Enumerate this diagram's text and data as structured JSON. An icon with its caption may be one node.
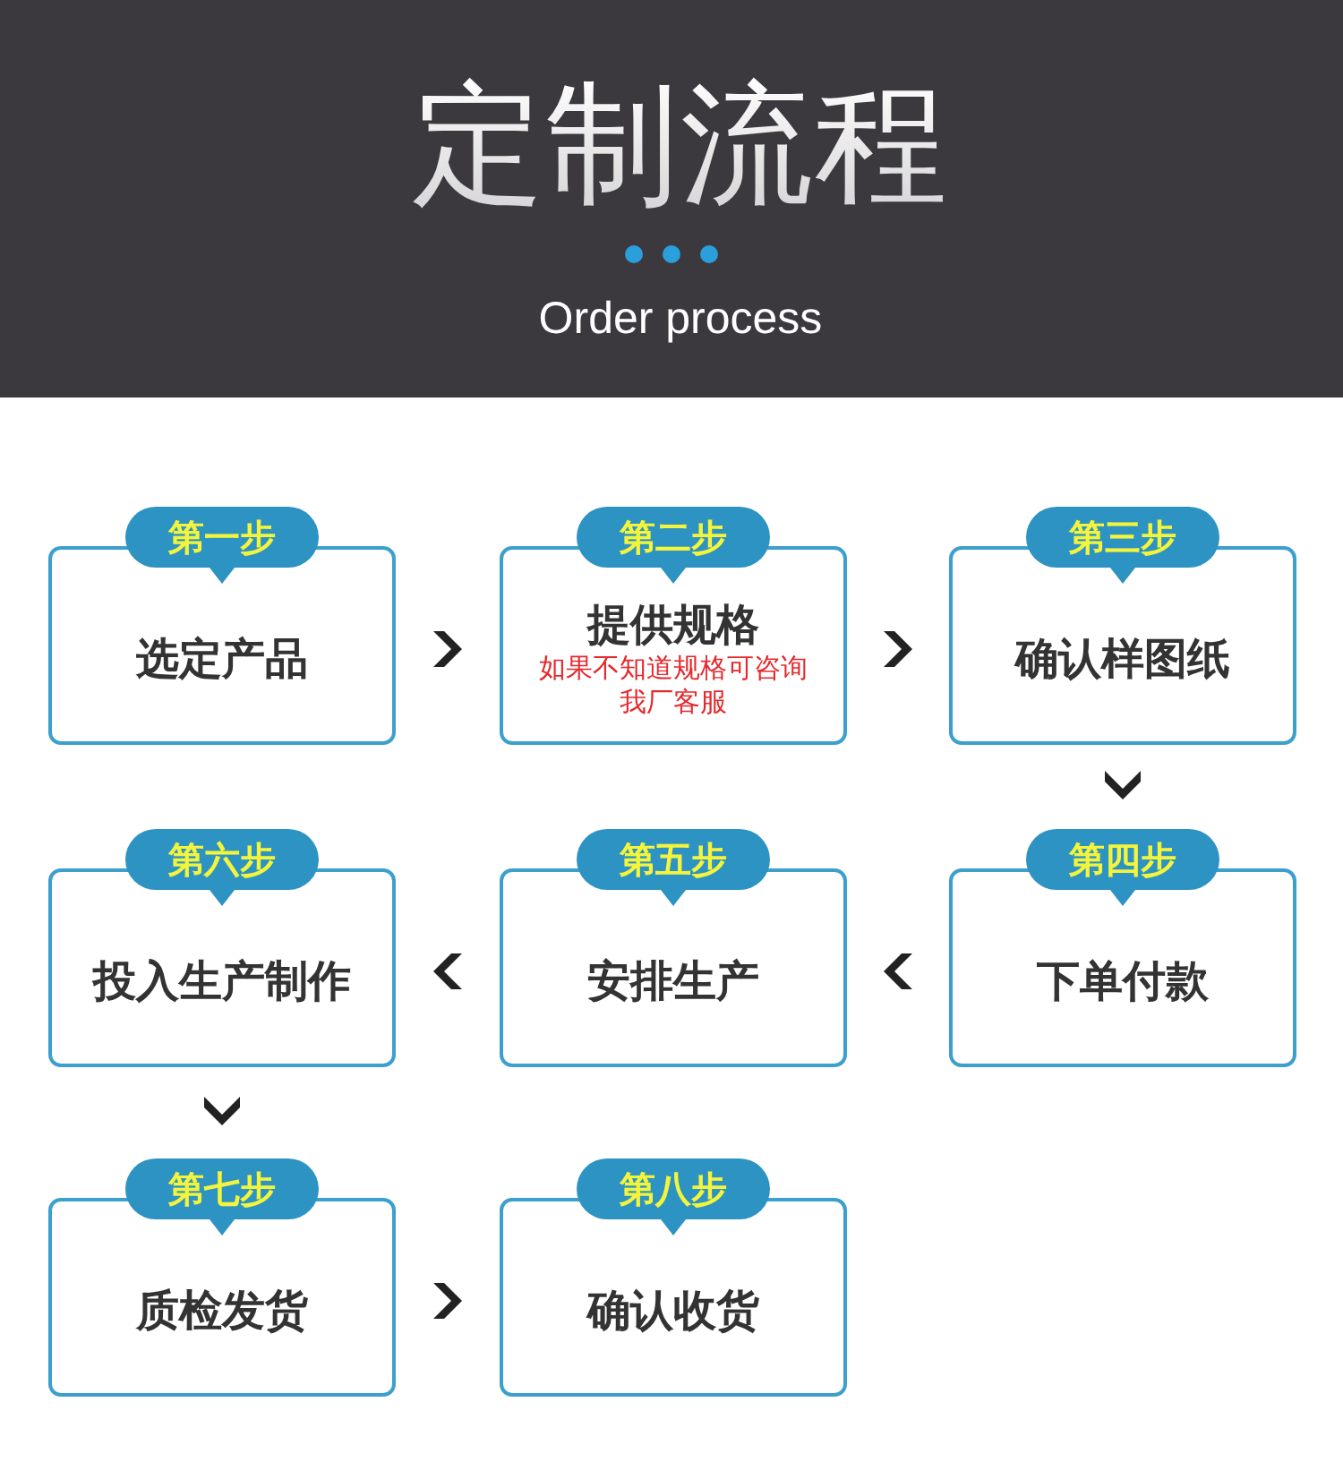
{
  "diagram": {
    "title": "定制流程",
    "nodes": [
      {
        "text": [
          "第一步",
          "选定产品"
        ]
      },
      {
        "text": [
          "第二步",
          "提供规格",
          "如果不知道规格可咨询我厂客服"
        ]
      },
      {
        "text": [
          "第三步",
          "确认样图纸"
        ]
      },
      {
        "text": [
          "第四步",
          "下单付款"
        ]
      },
      {
        "text": [
          "第五步",
          "安排生产"
        ]
      },
      {
        "text": [
          "第六步",
          "投入生产制作"
        ]
      },
      {
        "text": [
          "第七步",
          "质检发货"
        ]
      },
      {
        "text": [
          "第八步",
          "确认收货"
        ]
      }
    ],
    "edges": [
      {
        "from": 0,
        "to": 1,
        "arrow": "to"
      },
      {
        "from": 1,
        "to": 2,
        "arrow": "to"
      },
      {
        "from": 2,
        "to": 3,
        "arrow": "to"
      },
      {
        "from": 3,
        "to": 4,
        "arrow": "to"
      },
      {
        "from": 4,
        "to": 5,
        "arrow": "to"
      },
      {
        "from": 5,
        "to": 6,
        "arrow": "to"
      },
      {
        "from": 6,
        "to": 7,
        "arrow": "to"
      }
    ],
    "labels": [
      "Order process"
    ]
  }
}
